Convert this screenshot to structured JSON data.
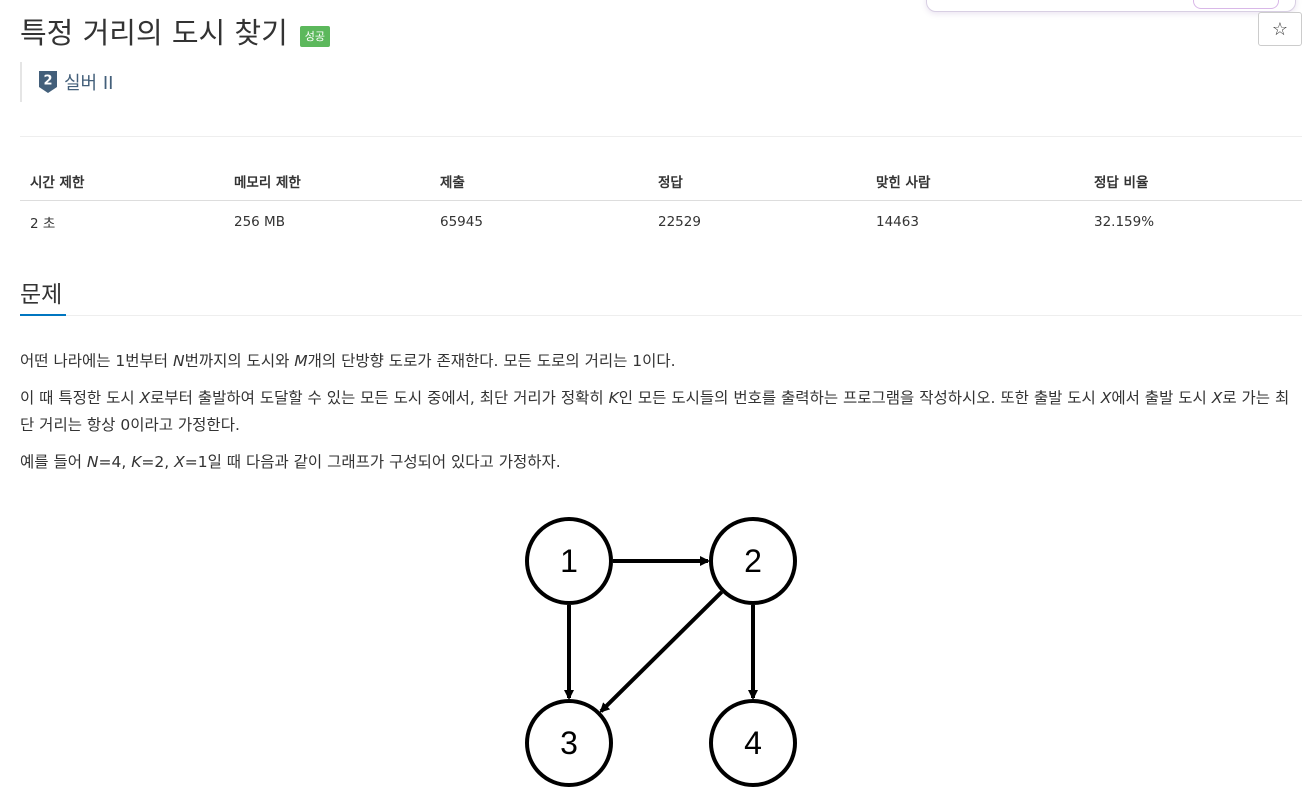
{
  "header": {
    "title": "특정 거리의 도시 찾기",
    "result_badge": "성공",
    "star_symbol": "☆",
    "tier": {
      "level": "2",
      "label": "실버 II",
      "color": "#435f7a"
    }
  },
  "info_table": {
    "headers": [
      "시간 제한",
      "메모리 제한",
      "제출",
      "정답",
      "맞힌 사람",
      "정답 비율"
    ],
    "values": [
      "2 초",
      "256 MB",
      "65945",
      "22529",
      "14463",
      "32.159%"
    ]
  },
  "problem": {
    "section_title": "문제",
    "p1": {
      "a": "어떤 나라에는 1번부터 ",
      "N": "N",
      "b": "번까지의 도시와 ",
      "M": "M",
      "c": "개의 단방향 도로가 존재한다. 모든 도로의 거리는 1이다."
    },
    "p2": {
      "a": "이 때 특정한 도시 ",
      "X1": "X",
      "b": "로부터 출발하여 도달할 수 있는 모든 도시 중에서, 최단 거리가 정확히 ",
      "K": "K",
      "c": "인 모든 도시들의 번호를 출력하는 프로그램을 작성하시오. 또한 출발 도시 ",
      "X2": "X",
      "d": "에서 출발 도시 ",
      "X3": "X",
      "e": "로 가는 최단 거리는 항상 0이라고 가정한다."
    },
    "p3": {
      "N": "N",
      "a": "=4, ",
      "K": "K",
      "b": "=2, ",
      "X": "X",
      "c": "=1일 때 다음과 같이 그래프가 구성되어 있다고 가정하자.",
      "lead": "예를 들어 "
    }
  },
  "graph": {
    "nodes": [
      {
        "id": "1",
        "label": "1"
      },
      {
        "id": "2",
        "label": "2"
      },
      {
        "id": "3",
        "label": "3"
      },
      {
        "id": "4",
        "label": "4"
      }
    ],
    "edges": [
      {
        "from": "1",
        "to": "2"
      },
      {
        "from": "1",
        "to": "3"
      },
      {
        "from": "2",
        "to": "3"
      },
      {
        "from": "2",
        "to": "4"
      }
    ]
  },
  "colors": {
    "badge_success": "#5cb85c",
    "section_accent": "#0076c0",
    "text": "#333333"
  }
}
